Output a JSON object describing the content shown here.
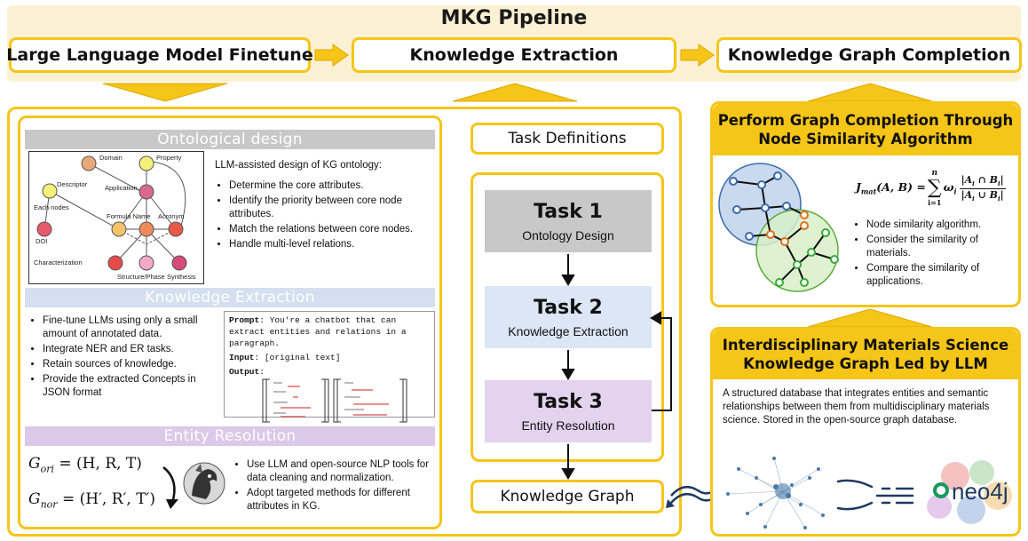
{
  "title": "MKG Pipeline",
  "stages": {
    "finetune": "Large Language Model Finetune",
    "extraction": "Knowledge Extraction",
    "completion": "Knowledge Graph Completion"
  },
  "ontology": {
    "header": "Ontological design",
    "intro": "LLM-assisted design of KG ontology:",
    "bullets": [
      "Determine the core attributes.",
      "Identify the priority between core node attributes.",
      "Match the relations between core nodes.",
      "Handle multi-level relations."
    ],
    "graph_labels": {
      "domain": "Domain",
      "property": "Property",
      "descriptor": "Descriptor",
      "application": "Application",
      "each_nodes": "Each nodes",
      "formula_name": "Formula Name",
      "acronym": "Acronym",
      "doi": "DOI",
      "characterization": "Characterization",
      "structure_phase": "Structure/Phase",
      "synthesis": "Synthesis"
    }
  },
  "extraction": {
    "header": "Knowledge Extraction",
    "bullets": [
      "Fine-tune LLMs using only a small amount of annotated data.",
      "Integrate NER and ER tasks.",
      "Retain sources of knowledge.",
      "Provide the extracted Concepts in JSON format"
    ],
    "prompt_label": "Prompt",
    "prompt_text": ": You're a chatbot that can extract entities and relations in a paragraph.",
    "input_label": "Input",
    "input_text": ": [original text]",
    "output_label": "Output",
    "output_text": ":"
  },
  "resolution": {
    "header": "Entity Resolution",
    "eq1_lhs": "G",
    "eq1_sub": "ori",
    "eq1_rhs": " = (H, R, T)",
    "eq2_lhs": "G",
    "eq2_sub": "nor",
    "eq2_rhs": " = (H′, R′, T′)",
    "bullets": [
      "Use LLM and open-source NLP tools for data cleaning and normalization.",
      "Adopt targeted methods for different attributes in KG."
    ]
  },
  "tasks": {
    "definitions": "Task Definitions",
    "task1_title": "Task 1",
    "task1_sub": "Ontology Design",
    "task2_title": "Task 2",
    "task2_sub": "Knowledge Extraction",
    "task3_title": "Task 3",
    "task3_sub": "Entity Resolution",
    "kg": "Knowledge Graph"
  },
  "completion": {
    "header_line1": "Perform Graph Completion Through",
    "header_line2": "Node Similarity Algorithm",
    "formula_lhs": "J",
    "formula_sub": "mat",
    "formula_args": "(A, B) =",
    "sum_top": "n",
    "sum_bottom": "i=1",
    "weight": "ω",
    "numerator": "|A",
    "numerator_mid": " ∩ B",
    "denominator": "|A",
    "denominator_mid": " ∪ B",
    "sub_i": "i",
    "bar": "|",
    "bullets": [
      "Node similarity algorithm.",
      "Consider the similarity of materials.",
      "Compare the similarity of applications."
    ]
  },
  "interdisciplinary": {
    "header_line1": "Interdisciplinary Materials Science",
    "header_line2": "Knowledge Graph Led by LLM",
    "description": "A structured database that integrates entities and semantic relationships between them from multidisciplinary materials science. Stored in the open-source graph database.",
    "neo4j": "neo4j"
  },
  "colors": {
    "accent": "#f5c518",
    "band": "#fdf1d3",
    "task1": "#c8c8c8",
    "task2": "#dce6f4",
    "task3": "#e3d3ee",
    "ontology_header": "#c8c8c8",
    "extraction_header": "#d4dff0",
    "resolution_header": "#dcc8e8",
    "red_text": "#cc2222"
  }
}
